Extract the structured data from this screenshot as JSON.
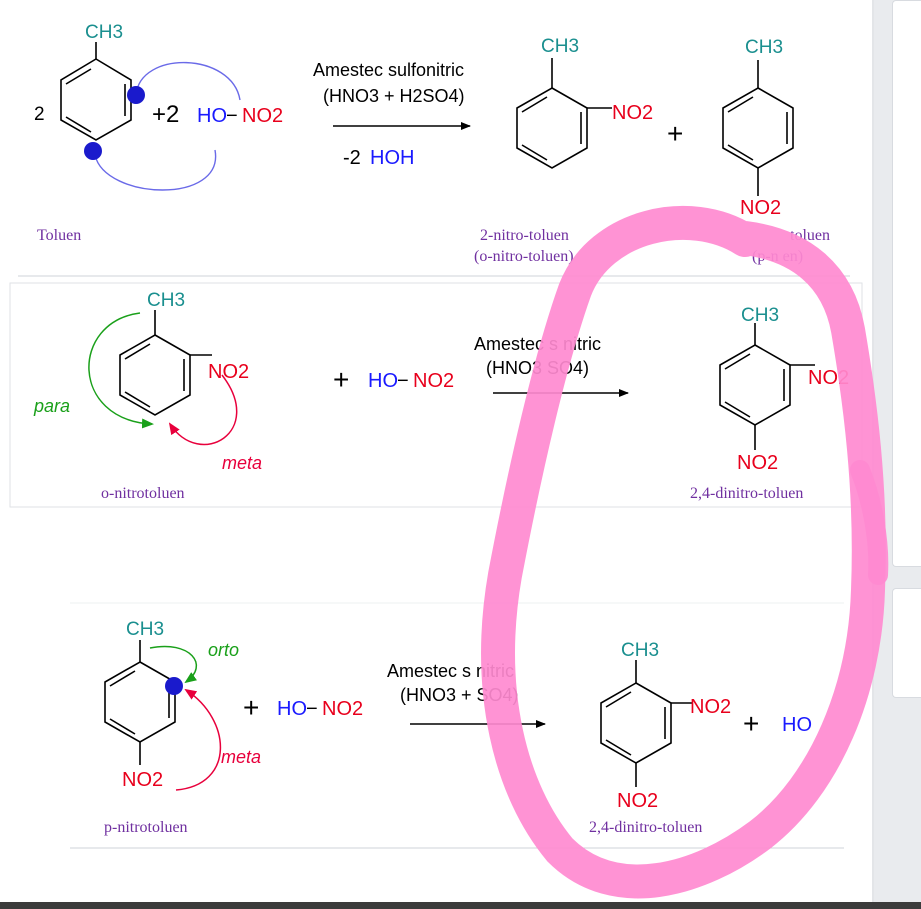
{
  "colors": {
    "ch3": "#1a8f8f",
    "nitro": "#e8001c",
    "ho": "#1a1aff",
    "name_purple": "#7030a0",
    "arrow_green": "#1aa01a",
    "arrow_red": "#e8003c",
    "arrow_blue": "#6a6ae8",
    "highlight": "#ff8ad0"
  },
  "r1": {
    "coef_toluene": "2",
    "ch3": "CH3",
    "plus_coef": "+2",
    "reagent_ho": "HO",
    "reagent_dash": "−",
    "reagent_no2": "NO2",
    "cond_line1": "Amestec sulfonitric",
    "cond_line2": "(HNO3 + H2SO4)",
    "cond_below_coef": "-2",
    "cond_below_hoh": "HOH",
    "prod1_ch3": "CH3",
    "prod1_no2": "NO2",
    "plus": "+",
    "prod2_ch3": "CH3",
    "prod2_no2": "NO2",
    "name_reactant": "Toluen",
    "name_prod1_l1": "2-nitro-toluen",
    "name_prod1_l2": "(o-nitro-toluen)",
    "name_prod2_l1": "toluen",
    "name_prod2_l2": "(p-n    en)"
  },
  "r2": {
    "ch3": "CH3",
    "no2": "NO2",
    "label_para": "para",
    "label_meta": "meta",
    "plus": "+",
    "reagent_ho": "HO",
    "reagent_dash": "−",
    "reagent_no2": "NO2",
    "cond_line1": "Amestec s        nitric",
    "cond_line2": "(HNO3       SO4)",
    "prod_ch3": "CH3",
    "prod_no2_top": "NO2",
    "prod_no2_bottom": "NO2",
    "name_reactant": "o-nitrotoluen",
    "name_product": "2,4-dinitro-toluen"
  },
  "r3": {
    "ch3": "CH3",
    "no2": "NO2",
    "label_orto": "orto",
    "label_meta": "meta",
    "plus": "+",
    "reagent_ho": "HO",
    "reagent_dash": "−",
    "reagent_no2": "NO2",
    "cond_line1": "Amestec s       nitric",
    "cond_line2": "(HNO3 +      SO4)",
    "prod_ch3": "CH3",
    "prod_no2_top": "NO2",
    "prod_no2_bottom": "NO2",
    "plus2": "+",
    "partial_ho": "HO",
    "name_reactant": "p-nitrotoluen",
    "name_product": "2,4-dinitro-toluen"
  }
}
